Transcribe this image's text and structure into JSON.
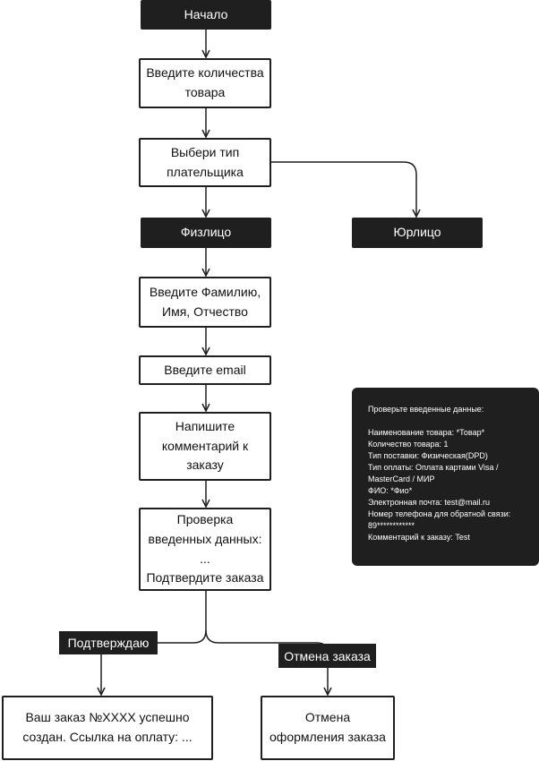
{
  "nodes": {
    "start": "Начало",
    "enter_quantity": "Введите количества\nтовара",
    "choose_payer": "Выбери тип\nплательщика",
    "individual": "Физлицо",
    "legal": "Юрлицо",
    "enter_name": "Введите Фамилию,\nИмя, Отчество",
    "enter_email": "Введите email",
    "write_comment": "Напишите\nкомментарий к\nзаказу",
    "check_data": "Проверка\nвведенных данных:\n...\nПодтвердите заказа",
    "order_created": "Ваш заказ №XXXX успешно\nсоздан. Ссылка на оплату: ...",
    "order_cancelled": "Отмена\nоформления заказа"
  },
  "edge_labels": {
    "confirm": "Подтверждаю",
    "cancel": "Отмена заказа"
  },
  "note": {
    "title": "Проверьте введенные данные:",
    "lines": [
      "Наименование товара: *Товар*",
      "Количество товара: 1",
      "Тип поставки: Физическая(DPD)",
      "Тип оплаты: Оплата картами Visa /\nMasterCard / МИР",
      "ФИО: *Фио*",
      "Электронная почта: test@mail.ru",
      "Номер телефона для обратной связи:\n89************",
      "Комментарий к заказу: Test"
    ]
  },
  "colors": {
    "dark": "#1f1f1f",
    "light": "#ffffff"
  }
}
